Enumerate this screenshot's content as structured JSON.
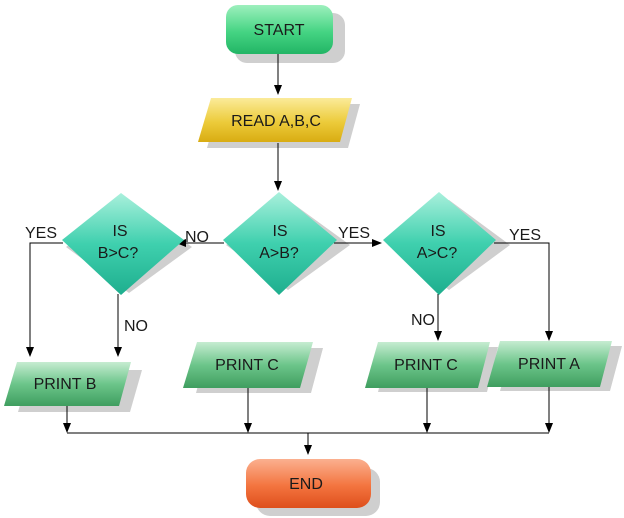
{
  "flowchart": {
    "start": "START",
    "read": "READ A,B,C",
    "decision_ab": {
      "line1": "IS",
      "line2": "A>B?"
    },
    "decision_bc": {
      "line1": "IS",
      "line2": "B>C?"
    },
    "decision_ac": {
      "line1": "IS",
      "line2": "A>C?"
    },
    "print_b": "PRINT B",
    "print_c_left": "PRINT C",
    "print_c_right": "PRINT C",
    "print_a": "PRINT A",
    "end": "END",
    "edge_labels": {
      "ab_no": "NO",
      "ab_yes": "YES",
      "bc_yes": "YES",
      "bc_no": "NO",
      "ac_no": "NO",
      "ac_yes": "YES"
    }
  },
  "colors": {
    "terminal_green": "#3ecb7a",
    "io_yellow": "#e8c62a",
    "decision_teal": "#2fc7a5",
    "print_green": "#56b878",
    "end_orange": "#f07a4a"
  }
}
